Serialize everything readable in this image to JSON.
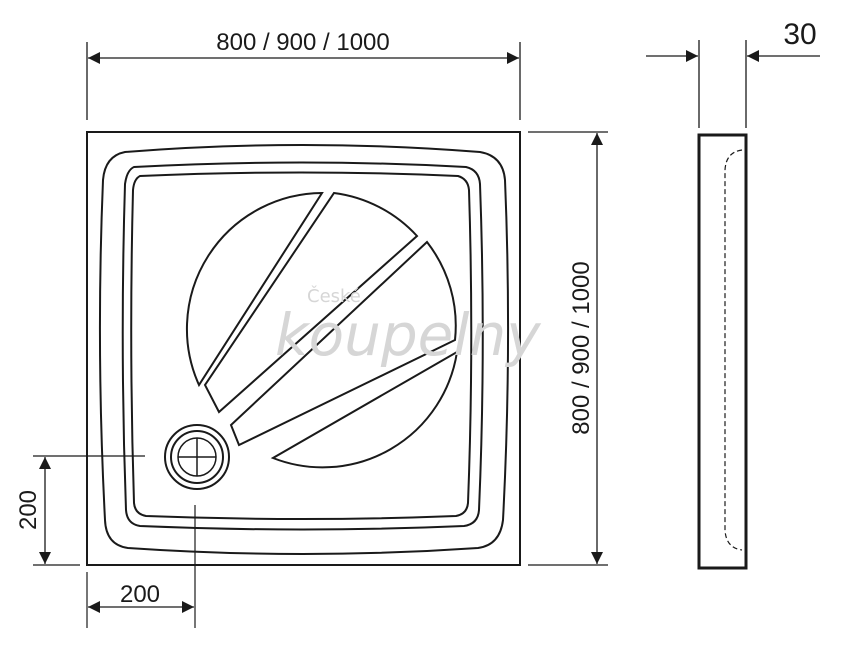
{
  "dimensions": {
    "width_label": "800 / 900 / 1000",
    "height_label": "800 / 900 / 1000",
    "depth_label": "30",
    "drain_offset_x_label": "200",
    "drain_offset_y_label": "200"
  },
  "watermark": {
    "line1": "České",
    "line2": "koupelny"
  }
}
